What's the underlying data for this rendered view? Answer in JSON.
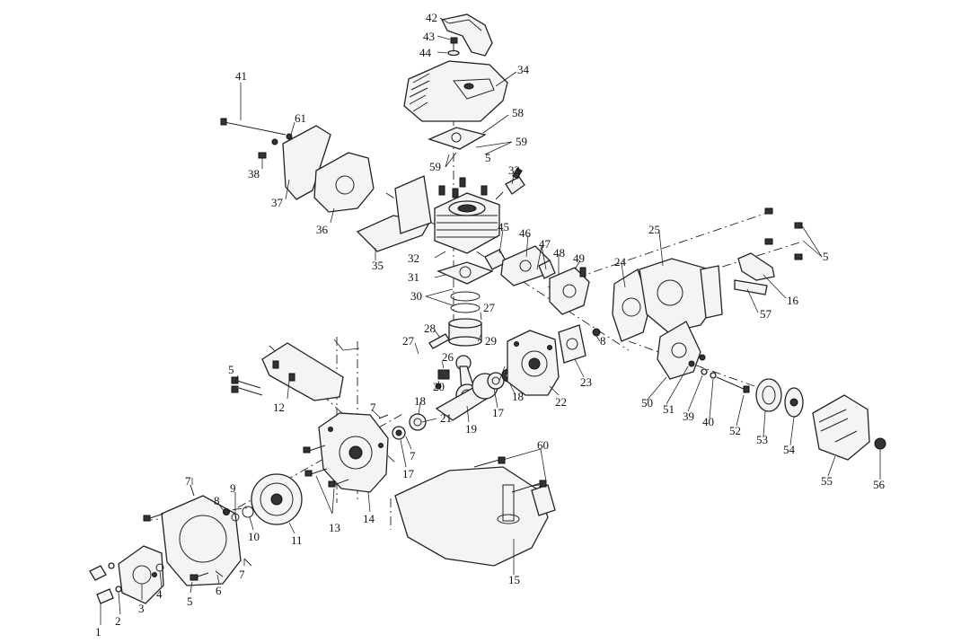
{
  "part_labels": [
    "1",
    "2",
    "3",
    "4",
    "5",
    "6",
    "7",
    "8",
    "9",
    "10",
    "11",
    "12",
    "13",
    "14",
    "15",
    "16",
    "17",
    "18",
    "19",
    "20",
    "21",
    "22",
    "23",
    "24",
    "25",
    "26",
    "27",
    "28",
    "29",
    "30",
    "31",
    "32",
    "33",
    "34",
    "35",
    "36",
    "37",
    "38",
    "39",
    "40",
    "41",
    "42",
    "43",
    "44",
    "45",
    "46",
    "47",
    "48",
    "49",
    "50",
    "51",
    "52",
    "53",
    "54",
    "55",
    "56",
    "57",
    "58",
    "59",
    "60",
    "61"
  ]
}
